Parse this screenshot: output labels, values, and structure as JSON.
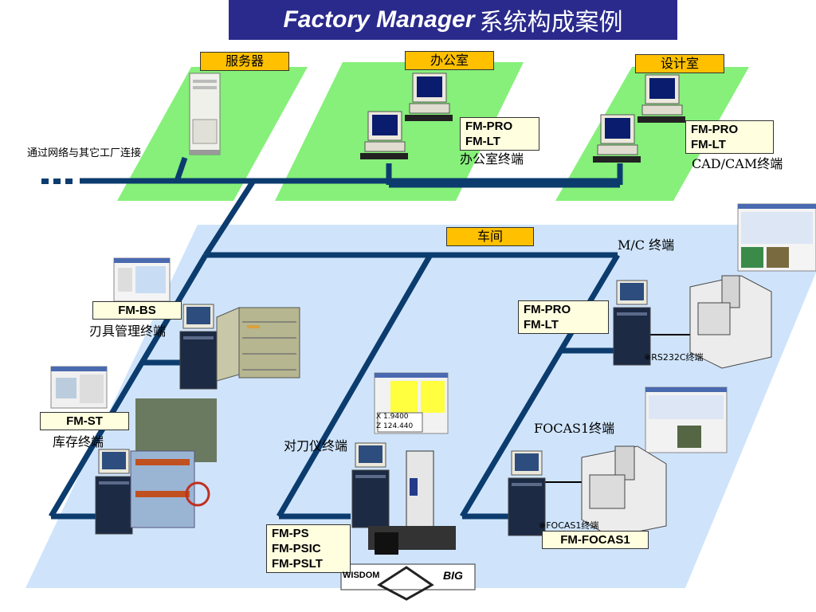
{
  "title": {
    "en": "Factory Manager",
    "zh": "系统构成案例"
  },
  "zones": {
    "server": "服务器",
    "office": "办公室",
    "design": "设计室",
    "workshop": "车间"
  },
  "network_note": "通过网络与其它工厂连接",
  "office": {
    "products": [
      "FM-PRO",
      "FM-LT"
    ],
    "terminal": "办公室终端"
  },
  "design": {
    "products": [
      "FM-PRO",
      "FM-LT"
    ],
    "terminal": "CAD/CAM终端"
  },
  "workshop": {
    "tool_mgmt": {
      "product": "FM-BS",
      "terminal": "刃具管理终端"
    },
    "stock": {
      "product": "FM-ST",
      "terminal": "库存终端"
    },
    "presetter": {
      "terminal": "对刀仪终端",
      "products": [
        "FM-PS",
        "FM-PSIC",
        "FM-PSLT"
      ],
      "readout": [
        {
          "axis": "X",
          "value": "1.9400"
        },
        {
          "axis": "Z",
          "value": "124.440"
        }
      ]
    },
    "mc": {
      "terminal": "M/C 终端",
      "products": [
        "FM-PRO",
        "FM-LT"
      ],
      "note": "※RS232C终端"
    },
    "focas": {
      "terminal": "FOCAS1终端",
      "product": "FM-FOCAS1",
      "note": "※FOCAS1终端"
    }
  },
  "logos": {
    "left": "WISDOM",
    "right": "BIG"
  },
  "colors": {
    "title_bg": "#2a2a8c",
    "zone_green": "#86f07a",
    "workshop_blue": "#cfe4fb",
    "network": "#0c3c6e",
    "label_orange": "#ffc000",
    "box_yellow": "#ffffe0"
  }
}
